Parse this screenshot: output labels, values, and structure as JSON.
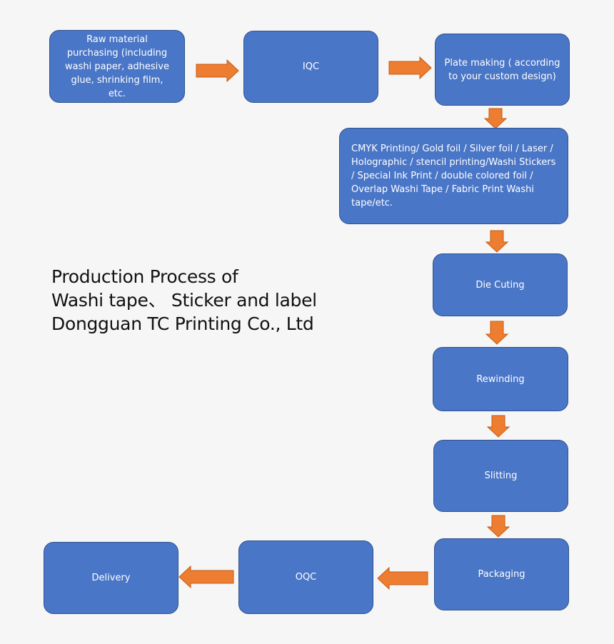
{
  "colors": {
    "box_fill": "#4a76c7",
    "box_border": "#2f528f",
    "arrow_fill": "#ed7d31",
    "arrow_stroke": "#c55a11",
    "background": "#f6f6f6"
  },
  "steps": {
    "raw_material": "Raw material purchasing (including washi paper, adhesive glue, shrinking film, etc.",
    "iqc": "IQC",
    "plate_making": "Plate making ( according to your custom design)",
    "printing": "CMYK Printing/ Gold foil / Silver foil / Laser / Holographic / stencil printing/Washi Stickers / Special Ink Print / double colored foil / Overlap Washi Tape / Fabric Print Washi tape/etc.",
    "die_cutting": "Die Cuting",
    "rewinding": "Rewinding",
    "slitting": "Slitting",
    "packaging": "Packaging",
    "oqc": "OQC",
    "delivery": "Delivery"
  },
  "title": {
    "line1": "Production Process of",
    "line2": "Washi tape、 Sticker and label",
    "line3": "Dongguan TC Printing Co., Ltd"
  }
}
